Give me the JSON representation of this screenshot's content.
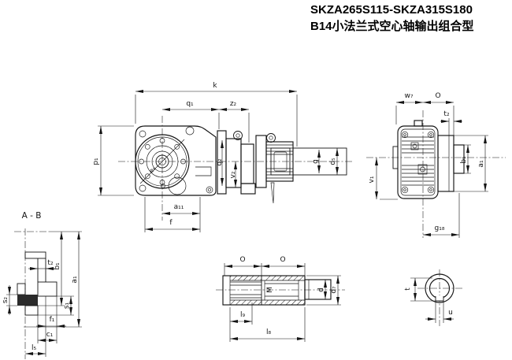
{
  "title": {
    "line1": "SKZA265S115-SKZA315S180",
    "line2": "B14小法兰式空心轴输出组合型"
  },
  "labels": {
    "main": {
      "k": "k",
      "q1": "q₁",
      "z2": "z₂",
      "p1": "p₁",
      "e1": "e₁",
      "q2": "q₂",
      "v2": "v₂",
      "g": "g",
      "d5": "d₅",
      "a11": "a₁₁",
      "f": "f"
    },
    "side": {
      "w7": "w₇",
      "o": "O",
      "t2": "t₂",
      "v1": "v₁",
      "b1": "b₁",
      "a1": "a₁",
      "g18": "g₁₈"
    },
    "ab": {
      "title": "A - B",
      "b1": "b₁",
      "a1": "a₁",
      "t2": "t₂",
      "s2": "s₂",
      "s1": "s₁",
      "f1": "f₁",
      "c1": "c₁",
      "l5": "l₅"
    },
    "shaft": {
      "o1": "O",
      "o2": "O",
      "m": "M",
      "d": "d",
      "d7": "d₇",
      "l9": "l₉",
      "l8": "l₈"
    },
    "bore": {
      "t": "t",
      "u": "u"
    }
  }
}
